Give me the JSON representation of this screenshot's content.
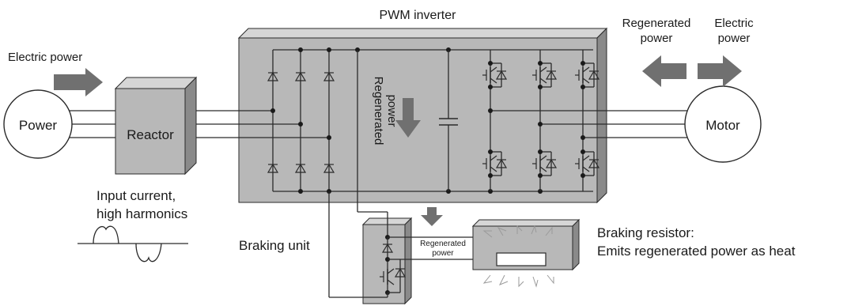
{
  "diagram": {
    "title_inverter": "PWM inverter",
    "power_label": "Power",
    "reactor_label": "Reactor",
    "motor_label": "Motor",
    "electric_power_left": "Electric power",
    "regen_right_line1": "Regenerated",
    "regen_right_line2": "power",
    "electric_right_line1": "Electric",
    "electric_right_line2": "power",
    "regen_vertical_line1": "Regenerated",
    "regen_vertical_line2": "power",
    "input_current_line1": "Input current,",
    "input_current_line2": "high harmonics",
    "braking_unit_label": "Braking unit",
    "regen_small_line1": "Regenerated",
    "regen_small_line2": "power",
    "braking_resistor_line1": "Braking resistor:",
    "braking_resistor_line2": "Emits regenerated power as heat"
  },
  "colors": {
    "box_front": "#b8b8b8",
    "box_side": "#8a8a8a",
    "box_top": "#d6d6d6",
    "arrow": "#707070"
  }
}
